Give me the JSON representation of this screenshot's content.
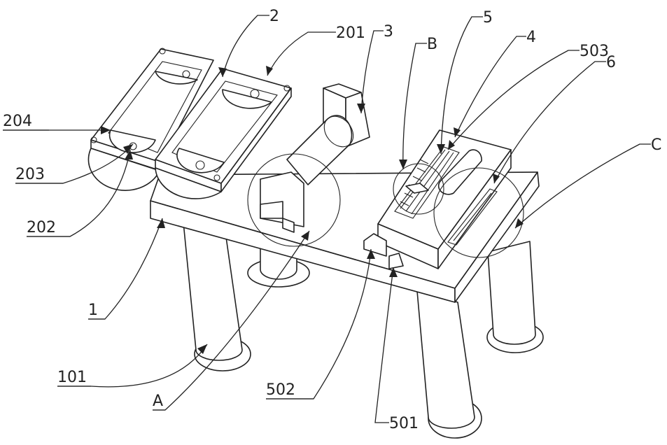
{
  "labels": {
    "l1": "1",
    "l101": "101",
    "l2": "2",
    "l201": "201",
    "l202": "202",
    "l203": "203",
    "l204": "204",
    "l3": "3",
    "l4": "4",
    "l5": "5",
    "l501": "501",
    "l502": "502",
    "l503": "503",
    "l6": "6",
    "lA": "A",
    "lB": "B",
    "lC": "C"
  },
  "colors": {
    "line": "#222222",
    "background": "#ffffff"
  }
}
